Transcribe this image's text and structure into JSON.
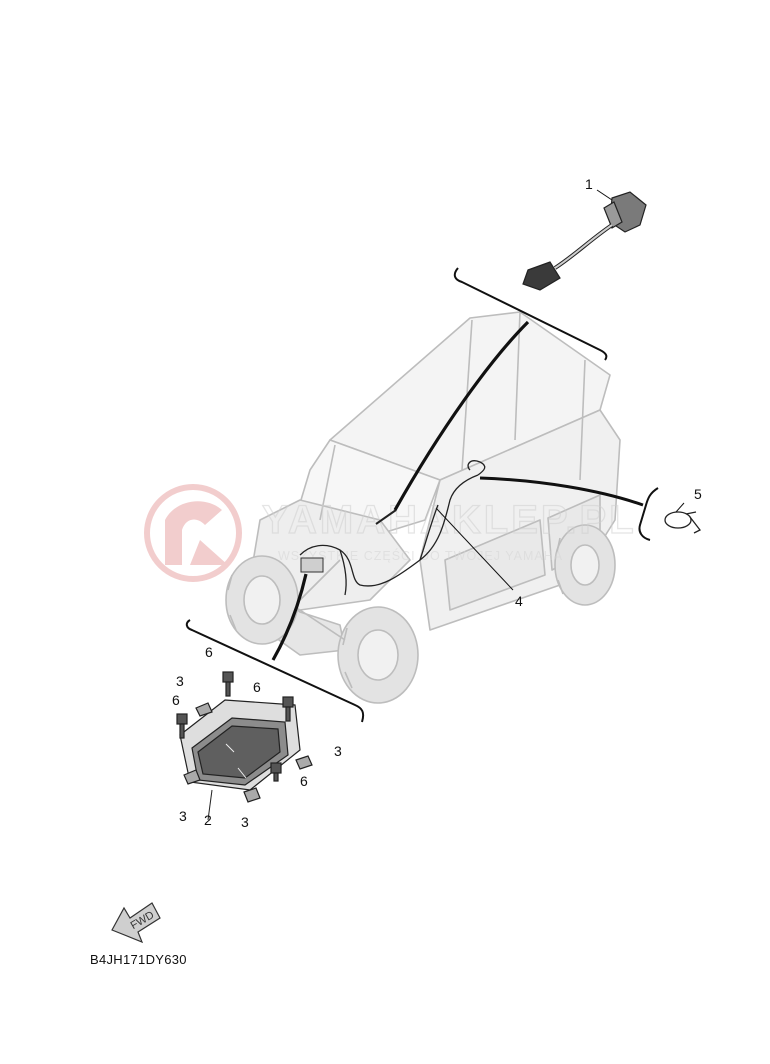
{
  "diagram": {
    "callouts": {
      "c1": "1",
      "c2": "2",
      "c3a": "3",
      "c3b": "3",
      "c3c": "3",
      "c3d": "3",
      "c4": "4",
      "c5": "5",
      "c6a": "6",
      "c6b": "6",
      "c6c": "6",
      "c6d": "6"
    },
    "fwd_label": "FWD",
    "diagram_code": "B4JH171DY630",
    "watermark": {
      "brand": "YAMAHAKLEP.PL",
      "tagline": "WSZYSTKIE CZĘŚCI DO TWOJEJ YAMAHA"
    }
  },
  "colors": {
    "watermark_red": "#e8a6a6",
    "line": "#111111",
    "vehicle_outline": "#bdbdbd"
  }
}
